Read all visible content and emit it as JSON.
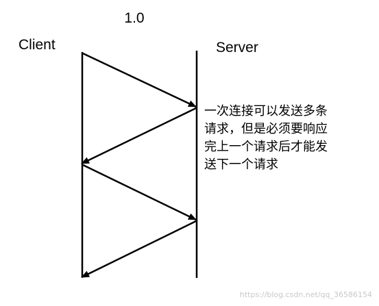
{
  "version_label": "1.0",
  "client_label": "Client",
  "server_label": "Server",
  "note_lines": [
    "一次连接可以发送多条",
    "请求，但是必须要响应",
    "完上一个请求后才能发",
    "送下一个请求"
  ],
  "watermark": "https://blog.csdn.net/qq_36586154",
  "colors": {
    "line": "#000000",
    "watermark": "#c8c8c8",
    "background": "#ffffff"
  }
}
